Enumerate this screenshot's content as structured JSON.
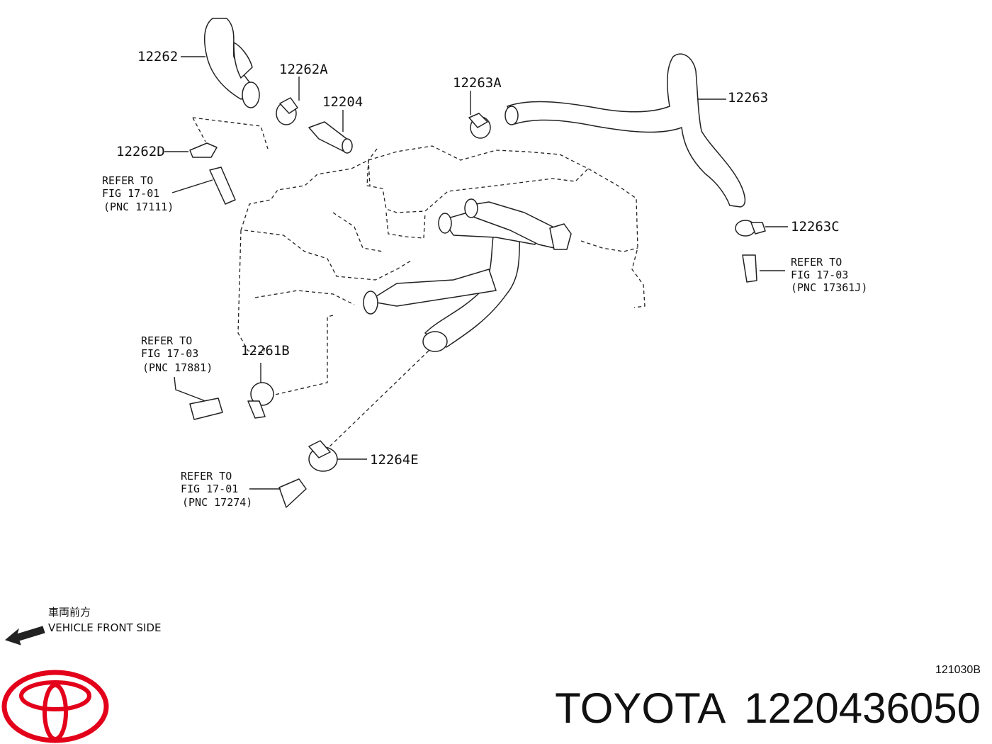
{
  "parts": {
    "p12262": "12262",
    "p12262A": "12262A",
    "p12204": "12204",
    "p12263A": "12263A",
    "p12263": "12263",
    "p12262D": "12262D",
    "p12263C": "12263C",
    "p12261B": "12261B",
    "p12264E": "12264E"
  },
  "refs": {
    "r1": {
      "line1": "REFER TO",
      "line2": "FIG 17-01",
      "line3": "(PNC 17111)"
    },
    "r2": {
      "line1": "REFER TO",
      "line2": "FIG 17-03",
      "line3": "(PNC 17361J)"
    },
    "r3": {
      "line1": "REFER TO",
      "line2": "FIG 17-03",
      "line3": "(PNC 17881)"
    },
    "r4": {
      "line1": "REFER TO",
      "line2": "FIG 17-01",
      "line3": "(PNC 17274)"
    }
  },
  "direction": {
    "japanese": "車両前方",
    "english": "VEHICLE FRONT SIDE"
  },
  "figure_code": "121030B",
  "brand": {
    "name": "TOYOTA",
    "part_number": "1220436050",
    "logo_color": "#e3001b"
  }
}
